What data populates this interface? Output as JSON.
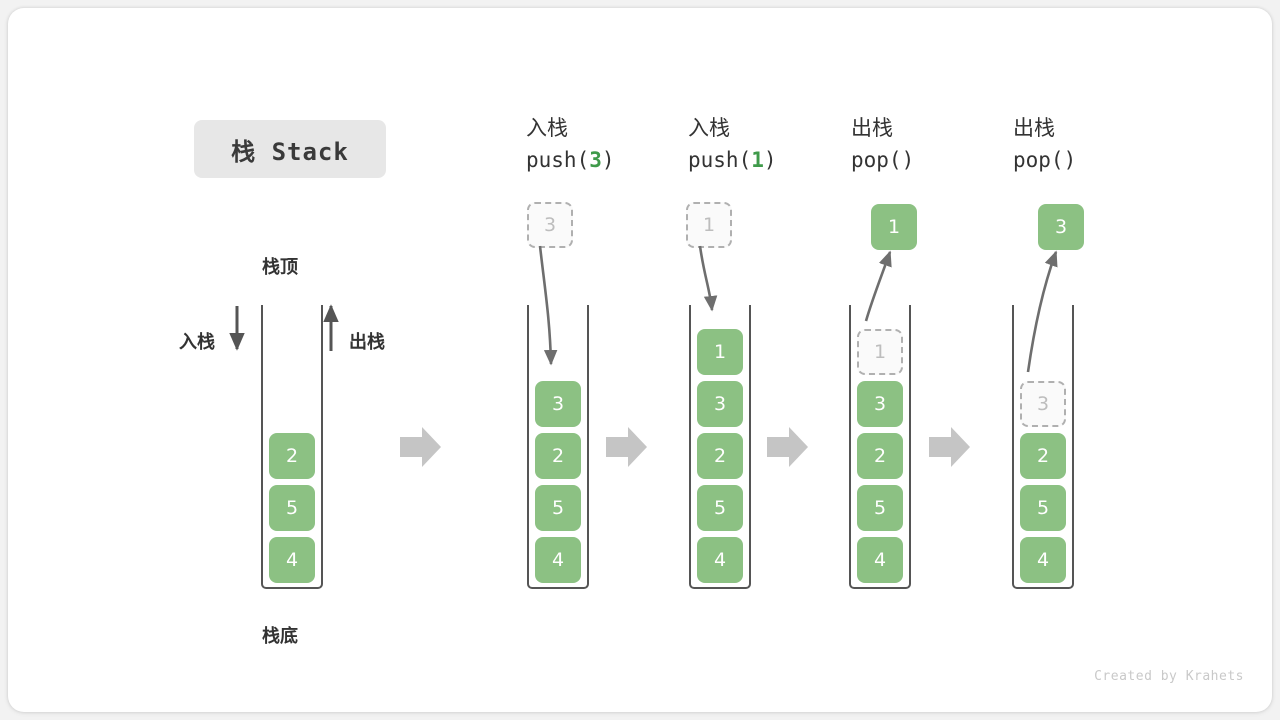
{
  "title_badge": "栈 Stack",
  "labels": {
    "top": "栈顶",
    "bottom": "栈底",
    "push_side": "入栈",
    "pop_side": "出栈"
  },
  "colors": {
    "cell_green": "#8cc183",
    "code_value_green": "#3f9a4a",
    "ghost_border": "#b0b0b0",
    "ghost_text": "#bdbdbd",
    "container_border": "#555555",
    "transition_arrow": "#c5c5c5",
    "badge_bg": "#e7e7e7",
    "page_bg": "#f2f2f2",
    "card_bg": "#ffffff"
  },
  "credit": "Created by Krahets",
  "steps": [
    {
      "id": "initial",
      "header_cn": "",
      "header_code_prefix": "",
      "header_code_value": "",
      "header_code_suffix": "",
      "cells": [
        "2",
        "5",
        "4"
      ],
      "ghost_index": -1,
      "float_box": null,
      "float_value": ""
    },
    {
      "id": "push-3",
      "header_cn": "入栈",
      "header_code_prefix": "push(",
      "header_code_value": "3",
      "header_code_suffix": ")",
      "cells": [
        "3",
        "2",
        "5",
        "4"
      ],
      "ghost_index": -1,
      "float_box": "ghost",
      "float_value": "3"
    },
    {
      "id": "push-1",
      "header_cn": "入栈",
      "header_code_prefix": "push(",
      "header_code_value": "1",
      "header_code_suffix": ")",
      "cells": [
        "1",
        "3",
        "2",
        "5",
        "4"
      ],
      "ghost_index": -1,
      "float_box": "ghost",
      "float_value": "1"
    },
    {
      "id": "pop-1",
      "header_cn": "出栈",
      "header_code_prefix": "pop(",
      "header_code_value": "",
      "header_code_suffix": ")",
      "cells": [
        "1",
        "3",
        "2",
        "5",
        "4"
      ],
      "ghost_index": 0,
      "float_box": "solid",
      "float_value": "1"
    },
    {
      "id": "pop-3",
      "header_cn": "出栈",
      "header_code_prefix": "pop(",
      "header_code_value": "",
      "header_code_suffix": ")",
      "cells": [
        "3",
        "2",
        "5",
        "4"
      ],
      "ghost_index": 0,
      "float_box": "solid",
      "float_value": "3"
    }
  ]
}
